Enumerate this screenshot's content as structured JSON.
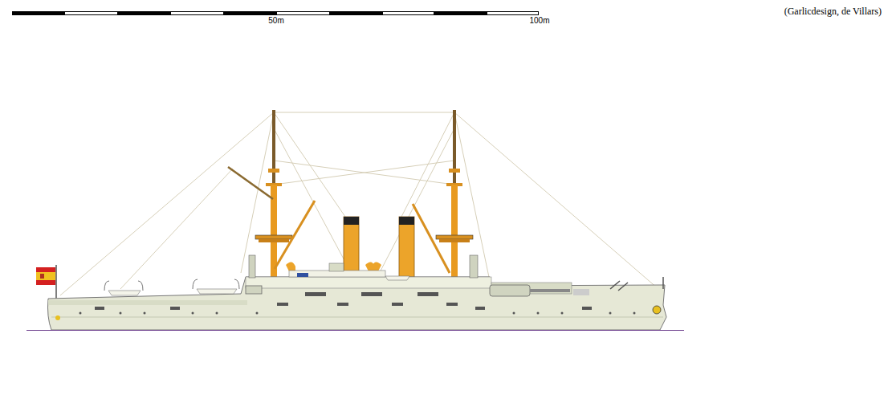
{
  "diagram": {
    "labels": [
      "50m",
      "100m",
      "(Garlicdesign, de Villars)"
    ]
  }
}
